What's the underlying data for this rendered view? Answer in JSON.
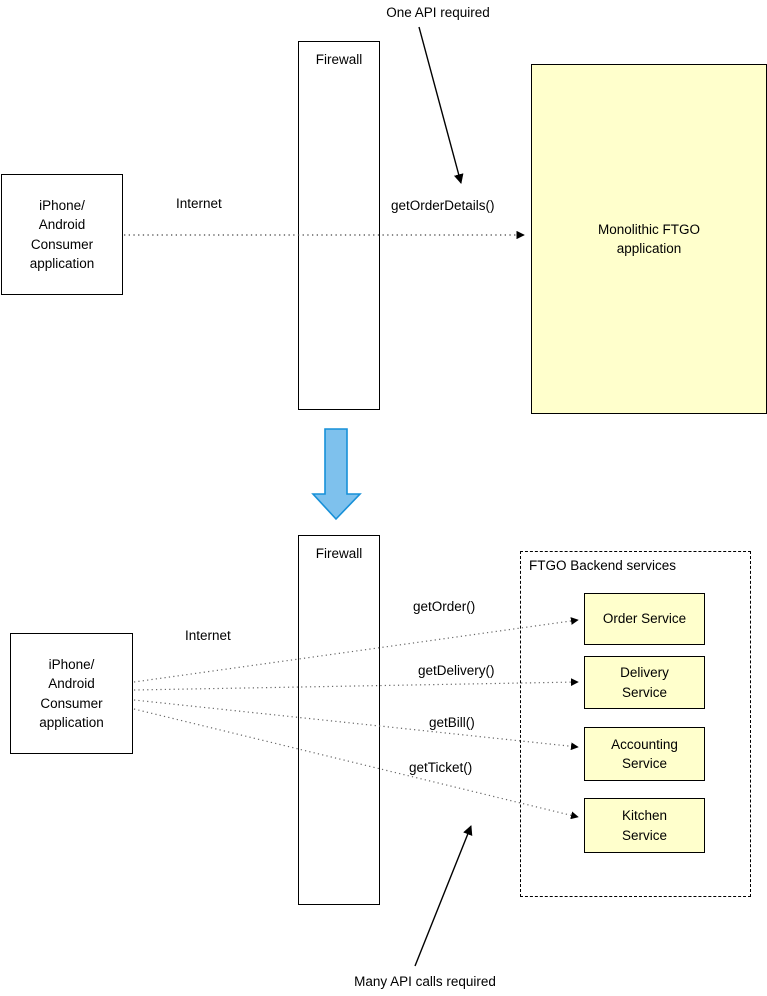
{
  "diagram": {
    "title": "FTGO monolith vs microservices API granularity",
    "colors": {
      "service_fill": "#FFFFCC",
      "box_fill": "#FFFFFF",
      "stroke": "#000000",
      "transition_arrow": "#7EC1ED",
      "transition_arrow_border": "#1790D8",
      "dotted_line": "#555555"
    }
  },
  "top": {
    "annotation": "One API required",
    "client_box": "iPhone/\nAndroid\nConsumer\napplication",
    "internet_label": "Internet",
    "firewall_label": "Firewall",
    "api_call_label": "getOrderDetails()",
    "monolith_box": "Monolithic FTGO\napplication"
  },
  "bottom": {
    "annotation": "Many API calls required",
    "client_box": "iPhone/\nAndroid\nConsumer\napplication",
    "internet_label": "Internet",
    "firewall_label": "Firewall",
    "group_title": "FTGO Backend services",
    "api_calls": [
      "getOrder()",
      "getDelivery()",
      "getBill()",
      "getTicket()"
    ],
    "services": [
      "Order Service",
      "Delivery\nService",
      "Accounting\nService",
      "Kitchen\nService"
    ]
  }
}
